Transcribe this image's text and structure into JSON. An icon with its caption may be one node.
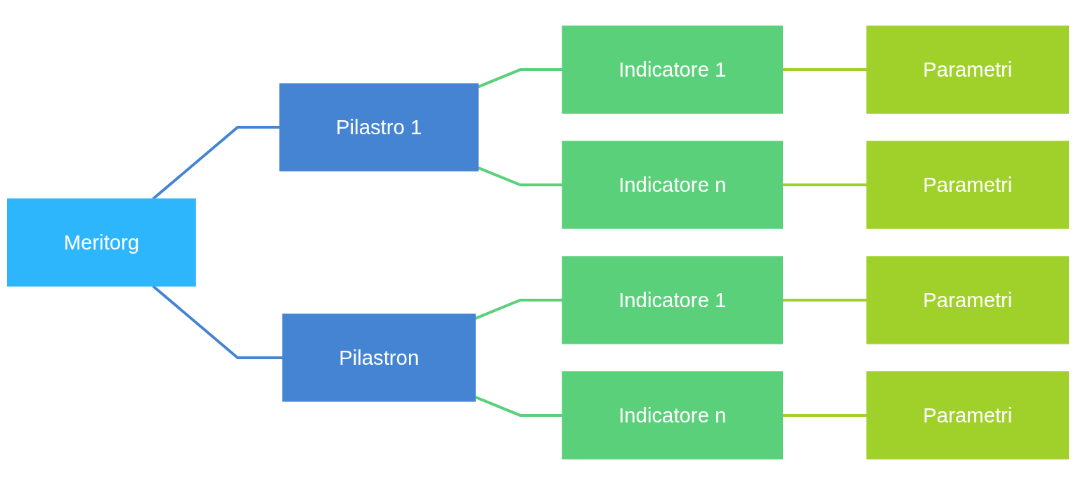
{
  "diagram": {
    "nodes": [
      {
        "text": [
          "Meritorg"
        ]
      },
      {
        "text": [
          "Pilastro 1"
        ]
      },
      {
        "text": [
          "Indicatore 1"
        ]
      },
      {
        "text": [
          "Parametri"
        ]
      },
      {
        "text": [
          "Indicatore n"
        ]
      },
      {
        "text": [
          "Parametri"
        ]
      },
      {
        "text": [
          "Pilastron"
        ]
      },
      {
        "text": [
          "Indicatore 1"
        ]
      },
      {
        "text": [
          "Parametri"
        ]
      },
      {
        "text": [
          "Indicatore n"
        ]
      },
      {
        "text": [
          "Parametri"
        ]
      }
    ],
    "edges": [
      {
        "from": 0,
        "to": 1,
        "arrow": "none",
        "color": "#4584d3"
      },
      {
        "from": 0,
        "to": 6,
        "arrow": "none",
        "color": "#4584d3"
      },
      {
        "from": 1,
        "to": 2,
        "arrow": "none",
        "color": "#5bd07a"
      },
      {
        "from": 1,
        "to": 4,
        "arrow": "none",
        "color": "#5bd07a"
      },
      {
        "from": 6,
        "to": 7,
        "arrow": "none",
        "color": "#5bd07a"
      },
      {
        "from": 6,
        "to": 9,
        "arrow": "none",
        "color": "#5bd07a"
      },
      {
        "from": 2,
        "to": 3,
        "arrow": "none",
        "color": "#a0d12a"
      },
      {
        "from": 4,
        "to": 5,
        "arrow": "none",
        "color": "#a0d12a"
      },
      {
        "from": 7,
        "to": 8,
        "arrow": "none",
        "color": "#a0d12a"
      },
      {
        "from": 9,
        "to": 10,
        "arrow": "none",
        "color": "#a0d12a"
      }
    ]
  }
}
